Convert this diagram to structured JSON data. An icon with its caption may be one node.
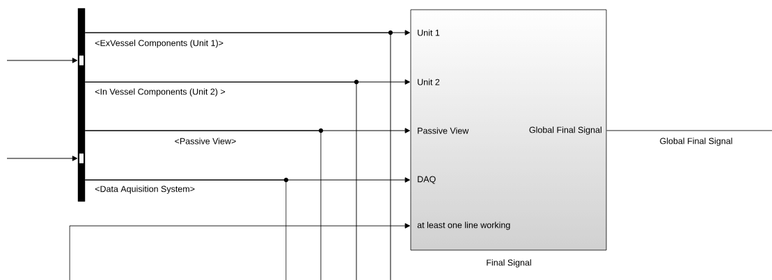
{
  "diagram": {
    "nodes": [
      {
        "text": [],
        "shape": "bar"
      },
      {
        "text": [
          "Unit 1",
          "Unit 2",
          "Passive View",
          "DAQ",
          "at least one line working",
          "Global Final Signal"
        ],
        "beside": [
          "Final Signal"
        ]
      }
    ],
    "edges": [
      {
        "from": null,
        "to": 0,
        "arrow": "to"
      },
      {
        "from": null,
        "to": 0,
        "arrow": "to"
      },
      {
        "from": 0,
        "to": 1,
        "arrow": "to",
        "label": "<ExVessel Components (Unit 1)>"
      },
      {
        "from": 0,
        "to": 1,
        "arrow": "to",
        "label": "<In Vessel Components (Unit 2) >"
      },
      {
        "from": 0,
        "to": 1,
        "arrow": "to",
        "label": "<Passive View>"
      },
      {
        "from": 0,
        "to": 1,
        "arrow": "to",
        "label": "<Data Aquisition System>"
      },
      {
        "from": 0,
        "to": null,
        "arrow": "none"
      },
      {
        "from": 0,
        "to": null,
        "arrow": "none"
      },
      {
        "from": 0,
        "to": null,
        "arrow": "none"
      },
      {
        "from": 0,
        "to": null,
        "arrow": "none"
      },
      {
        "from": null,
        "to": 1,
        "arrow": "to"
      },
      {
        "from": 1,
        "to": null,
        "arrow": "none",
        "label": "Global Final Signal"
      }
    ]
  }
}
